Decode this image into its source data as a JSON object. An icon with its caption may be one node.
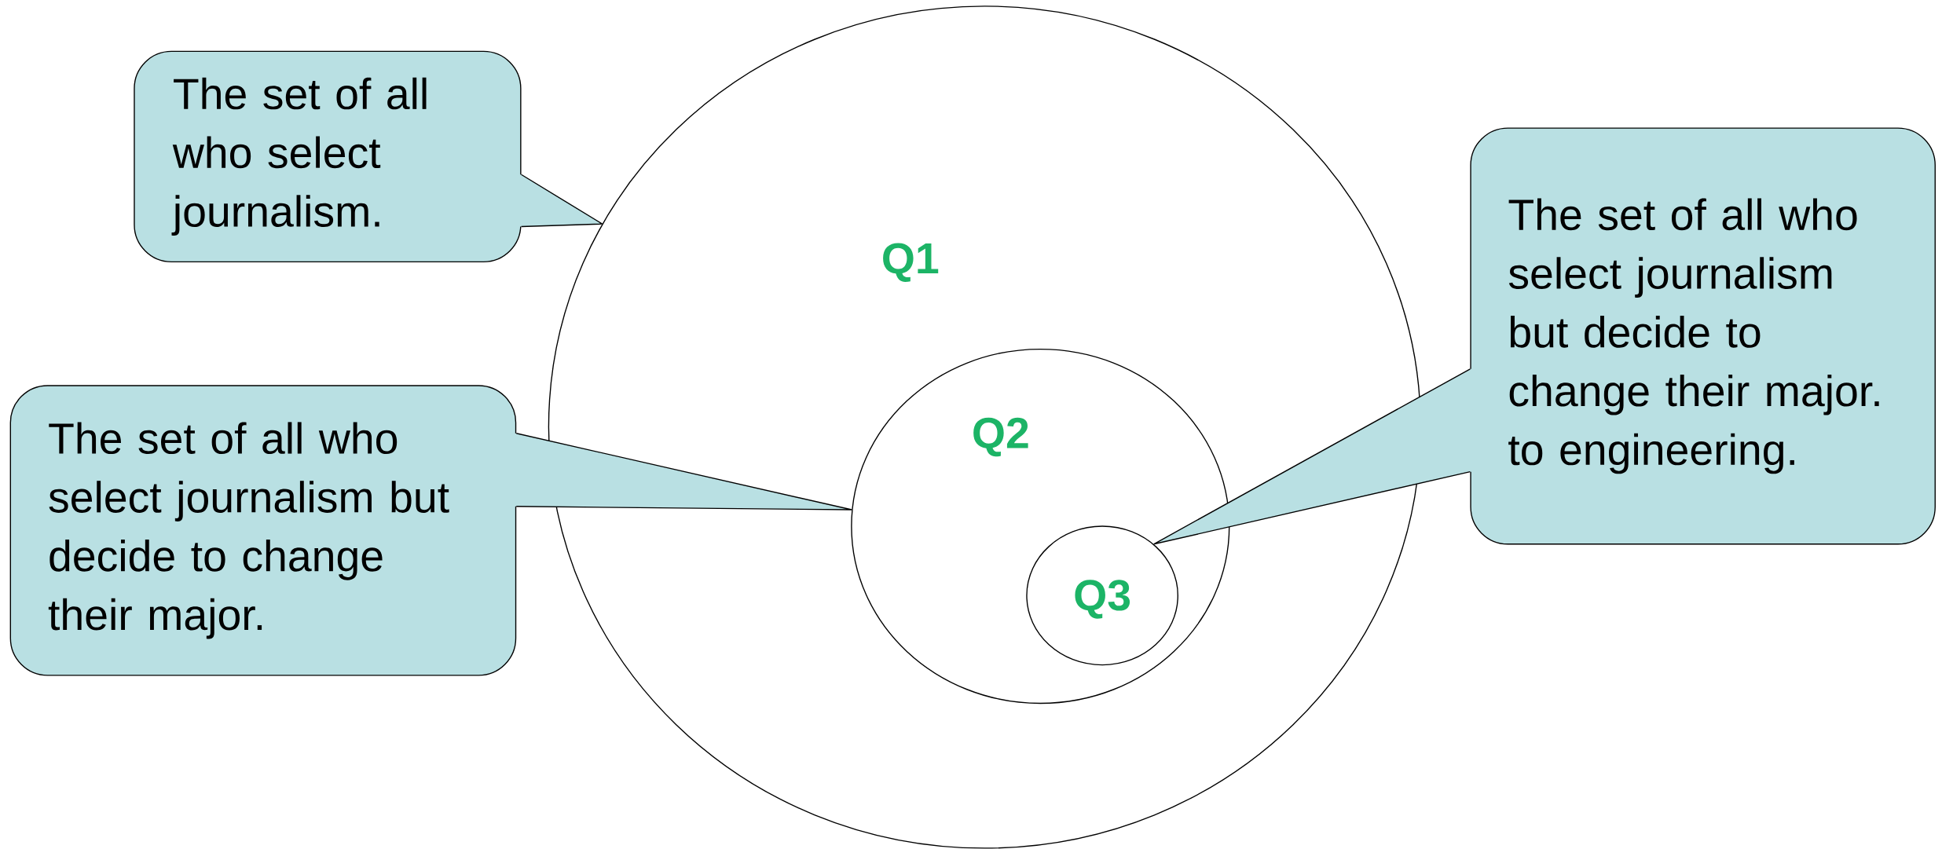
{
  "diagram": {
    "nodes": [
      {
        "text": [
          "Q1"
        ]
      },
      {
        "text": [
          "Q2"
        ],
        "in": 0
      },
      {
        "text": [
          "Q3"
        ],
        "in": 1
      },
      {
        "text": [
          "The set of all who select journalism."
        ]
      },
      {
        "text": [
          "The set of all who select journalism but decide to change their major."
        ]
      },
      {
        "text": [
          "The set of all who select journalism but decide to change their major.",
          "to engineering."
        ]
      }
    ],
    "edges": [
      {
        "from": 3,
        "to": 0,
        "arrow": "none"
      },
      {
        "from": 4,
        "to": 1,
        "arrow": "none"
      },
      {
        "from": 5,
        "to": 2,
        "arrow": "none"
      }
    ]
  }
}
